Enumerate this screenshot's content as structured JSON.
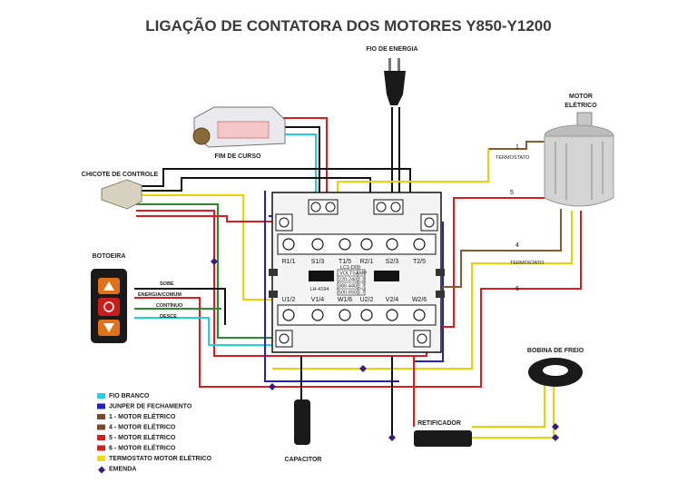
{
  "title": "LIGAÇÃO DE CONTATORA DOS MOTORES Y850-Y1200",
  "labels": {
    "power_wire": "FIO DE ENERGIA",
    "motor": [
      "MOTOR",
      "ELÉTRICO"
    ],
    "limit_switch": "FIM DE CURSO",
    "control_harness": "CHICOTE DE CONTROLE",
    "pushbutton": "BOTOEIRA",
    "brake_coil": "BOBINA DE FREIO",
    "rectifier": "RETIFICADOR",
    "capacitor": "CAPACITOR"
  },
  "button_wires": {
    "up": "SOBE",
    "power_common": "ENERGIA/COMUM",
    "continuous": "CONTÍNUO",
    "down": "DESCE"
  },
  "wire_marks": {
    "w1": "1",
    "thermostat_top": "TERMOSTATO",
    "w5": "5",
    "w4": "4",
    "thermostat_mid": "TERMOSTATO",
    "w6": "6"
  },
  "terminals": {
    "top": [
      "R1/1",
      "S1/3",
      "T1/5",
      "R2/1",
      "S2/3",
      "T2/5"
    ],
    "bottom": [
      "U1/2",
      "V1/4",
      "W1/6",
      "U2/2",
      "V2/4",
      "W2/6"
    ]
  },
  "contactor_plate": {
    "header": [
      "VOLTS",
      "AMP"
    ],
    "rows": [
      [
        "220-240",
        "2.2"
      ],
      [
        "380-440",
        "2.7"
      ],
      [
        "500-550",
        "2.7"
      ]
    ],
    "model": "LC1-D09",
    "code": "LH-4194"
  },
  "legend": [
    {
      "text": "FIO BRANCO",
      "color": "#19d3e6"
    },
    {
      "text": "JUNPER DE FECHAMENTO",
      "color": "#1f1fd1"
    },
    {
      "text": "1 - MOTOR ELÉTRICO",
      "color": "#7a4a2a"
    },
    {
      "text": "4 - MOTOR ELÉTRICO",
      "color": "#7a4a2a"
    },
    {
      "text": "5 - MOTOR ELÉTRICO",
      "color": "#e01b1b"
    },
    {
      "text": "6 - MOTOR ELÉTRICO",
      "color": "#e01b1b"
    },
    {
      "text": "TERMOSTATO MOTOR ELÉTRICO",
      "color": "#f0e000"
    },
    {
      "text": "EMENDA",
      "color": "#3b1a7a"
    }
  ],
  "colors": {
    "black": "#111111",
    "blue": "#1f1fd1",
    "cyan": "#19d3e6",
    "red": "#e01b1b",
    "yellow": "#f0d000",
    "brown": "#8b5a2b",
    "green": "#2b8a2b",
    "splice": "#3b1a7a"
  }
}
